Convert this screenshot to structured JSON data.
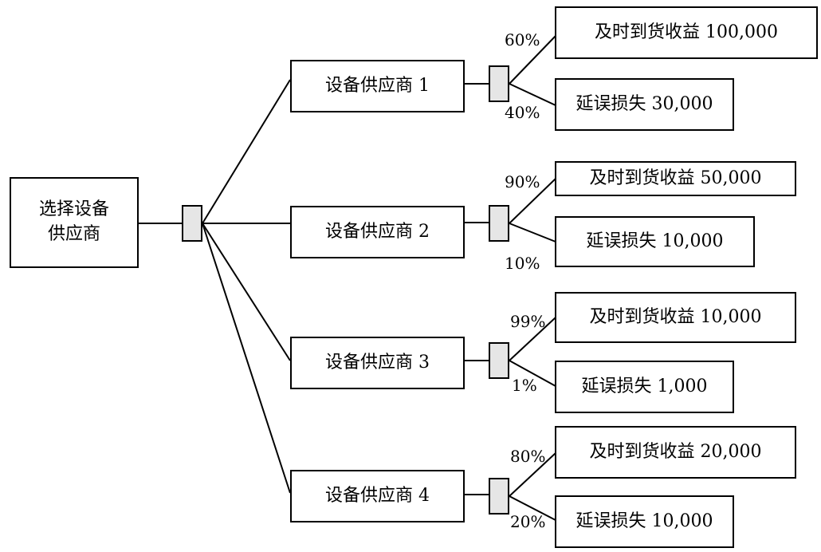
{
  "root": {
    "label_line1": "选择设备",
    "label_line2": "供应商"
  },
  "suppliers": [
    {
      "label": "设备供应商 1",
      "outcomes": [
        {
          "prob": "60%",
          "label": "及时到货收益 100,000"
        },
        {
          "prob": "40%",
          "label": "延误损失 30,000"
        }
      ]
    },
    {
      "label": "设备供应商 2",
      "outcomes": [
        {
          "prob": "90%",
          "label": "及时到货收益 50,000"
        },
        {
          "prob": "10%",
          "label": "延误损失 10,000"
        }
      ]
    },
    {
      "label": "设备供应商 3",
      "outcomes": [
        {
          "prob": "99%",
          "label": "及时到货收益 10,000"
        },
        {
          "prob": "1%",
          "label": "延误损失 1,000"
        }
      ]
    },
    {
      "label": "设备供应商 4",
      "outcomes": [
        {
          "prob": "80%",
          "label": "及时到货收益 20,000"
        },
        {
          "prob": "20%",
          "label": "延误损失 10,000"
        }
      ]
    }
  ]
}
